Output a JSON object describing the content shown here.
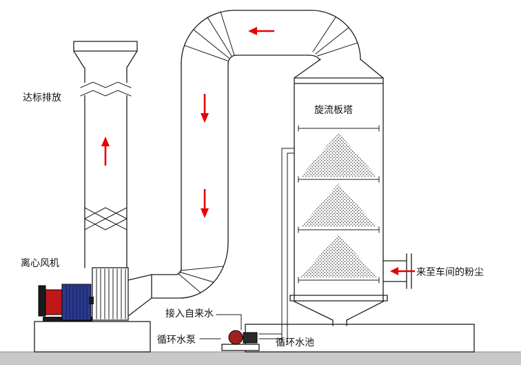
{
  "diagram": {
    "kind": "dust-scrubber-process-flow",
    "labels": {
      "emission": "达标排放",
      "fan": "离心风机",
      "tower": "旋流板塔",
      "dust_source": "来至车间的粉尘",
      "tap_water": "接入自来水",
      "water_pump": "循环水泵",
      "water_pool": "循环水池"
    },
    "colors": {
      "line": "#1a1a1a",
      "flow_arrow": "#e60000",
      "motor_blue": "#2b3a8f",
      "motor_red": "#c01818",
      "pump_red": "#a32020",
      "floor_gray": "#c9c9c9"
    }
  }
}
